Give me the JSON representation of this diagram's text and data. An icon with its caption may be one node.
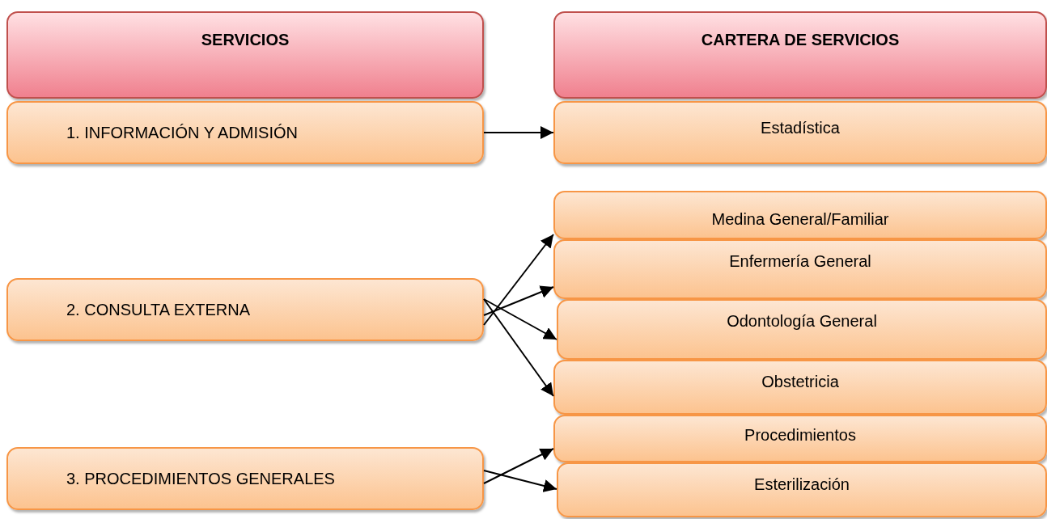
{
  "diagram": {
    "nodes": [
      {
        "text": [
          "SERVICIOS"
        ]
      },
      {
        "text": [
          "CARTERA DE SERVICIOS"
        ]
      },
      {
        "text": [
          "1. INFORMACIÓN Y ADMISIÓN"
        ]
      },
      {
        "text": [
          "Estadística"
        ]
      },
      {
        "text": [
          "2. CONSULTA EXTERNA"
        ]
      },
      {
        "text": [
          "3. PROCEDIMIENTOS GENERALES"
        ]
      },
      {
        "text": [
          "Medina General/Familiar"
        ]
      },
      {
        "text": [
          "Enfermería General"
        ]
      },
      {
        "text": [
          "Odontología General"
        ]
      },
      {
        "text": [
          "Obstetricia"
        ]
      },
      {
        "text": [
          "Procedimientos"
        ]
      },
      {
        "text": [
          "Esterilización"
        ]
      }
    ],
    "edges": [
      {
        "from": 2,
        "to": 3,
        "arrow": "to"
      },
      {
        "from": 4,
        "to": 6,
        "arrow": "to"
      },
      {
        "from": 4,
        "to": 7,
        "arrow": "to"
      },
      {
        "from": 4,
        "to": 8,
        "arrow": "to"
      },
      {
        "from": 4,
        "to": 9,
        "arrow": "to"
      },
      {
        "from": 5,
        "to": 10,
        "arrow": "to"
      },
      {
        "from": 5,
        "to": 11,
        "arrow": "to"
      }
    ]
  }
}
